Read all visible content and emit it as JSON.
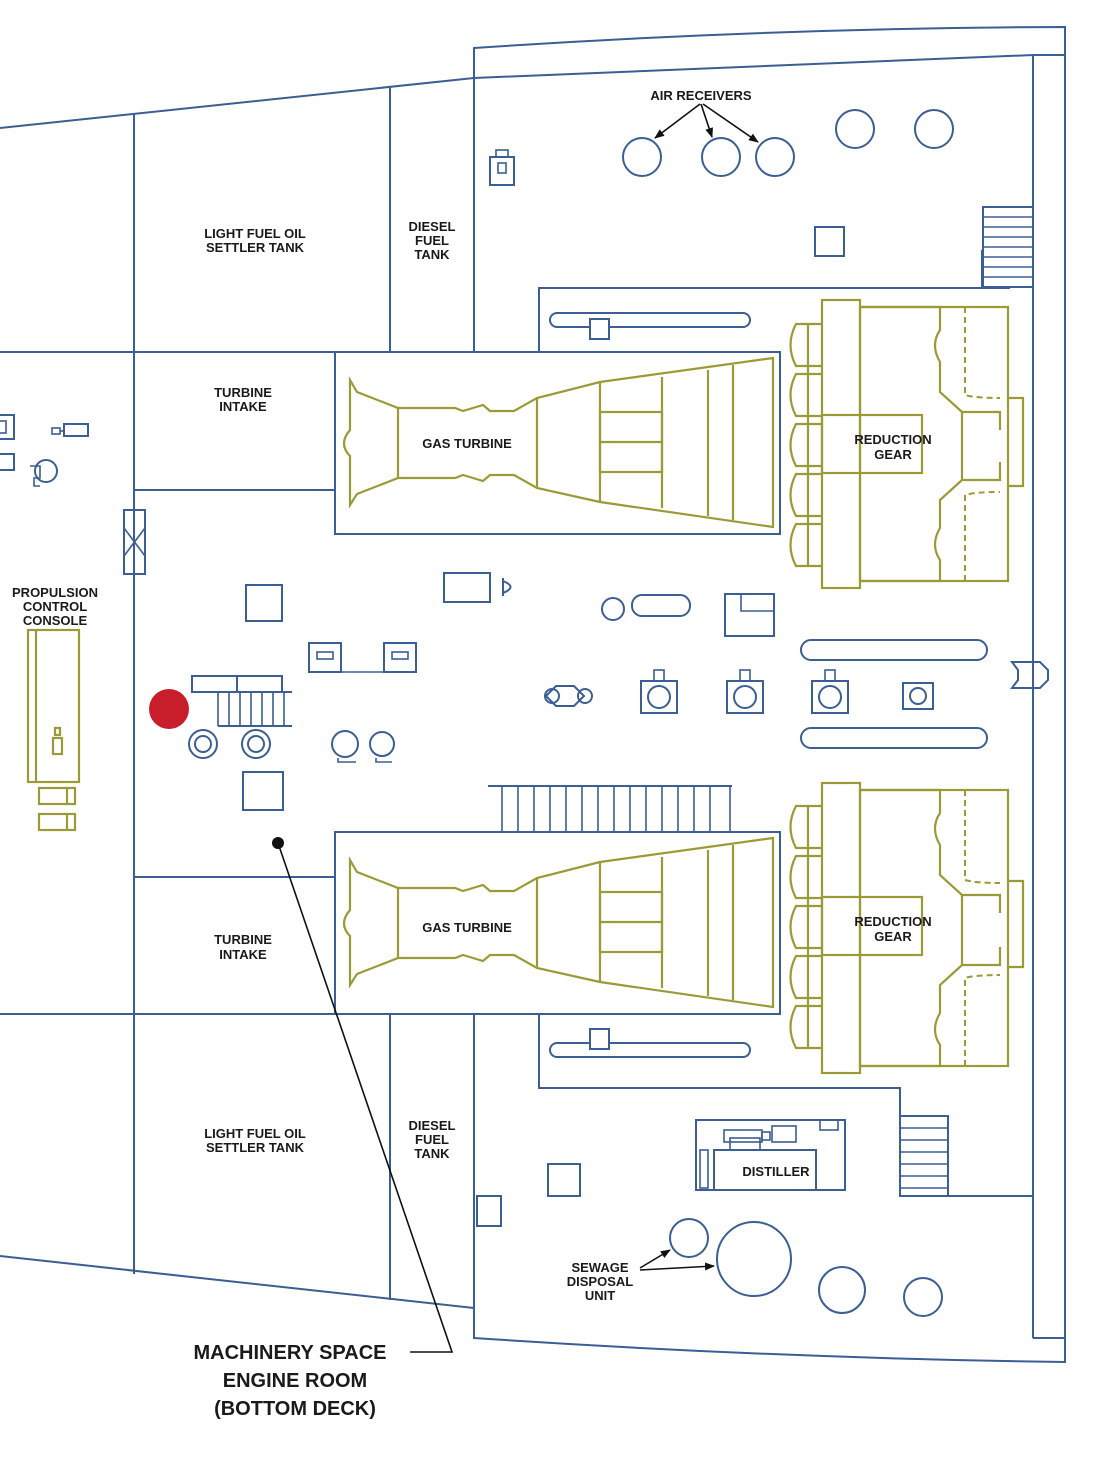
{
  "labels": {
    "air_receivers": "AIR RECEIVERS",
    "lfo_settler_top": [
      "LIGHT FUEL OIL",
      "SETTLER TANK"
    ],
    "diesel_fuel_top": [
      "DIESEL",
      "FUEL",
      "TANK"
    ],
    "turbine_intake_top": [
      "TURBINE",
      "INTAKE"
    ],
    "gas_turbine_top": "GAS TURBINE",
    "reduction_gear_top": [
      "REDUCTION",
      "GEAR"
    ],
    "propulsion_console": [
      "PROPULSION",
      "CONTROL",
      "CONSOLE"
    ],
    "turbine_intake_bottom": [
      "TURBINE",
      "INTAKE"
    ],
    "gas_turbine_bottom": "GAS TURBINE",
    "reduction_gear_bottom": [
      "REDUCTION",
      "GEAR"
    ],
    "lfo_settler_bottom": [
      "LIGHT FUEL OIL",
      "SETTLER TANK"
    ],
    "diesel_fuel_bottom": [
      "DIESEL",
      "FUEL",
      "TANK"
    ],
    "distiller": "DISTILLER",
    "sewage": [
      "SEWAGE",
      "DISPOSAL",
      "UNIT"
    ],
    "caption": [
      "MACHINERY SPACE",
      "ENGINE ROOM",
      "(BOTTOM DECK)"
    ]
  },
  "colors": {
    "structure": "#3b5e93",
    "machinery": "#9a9a37",
    "marker": "#c81e2b",
    "text": "#1a1a1a"
  }
}
